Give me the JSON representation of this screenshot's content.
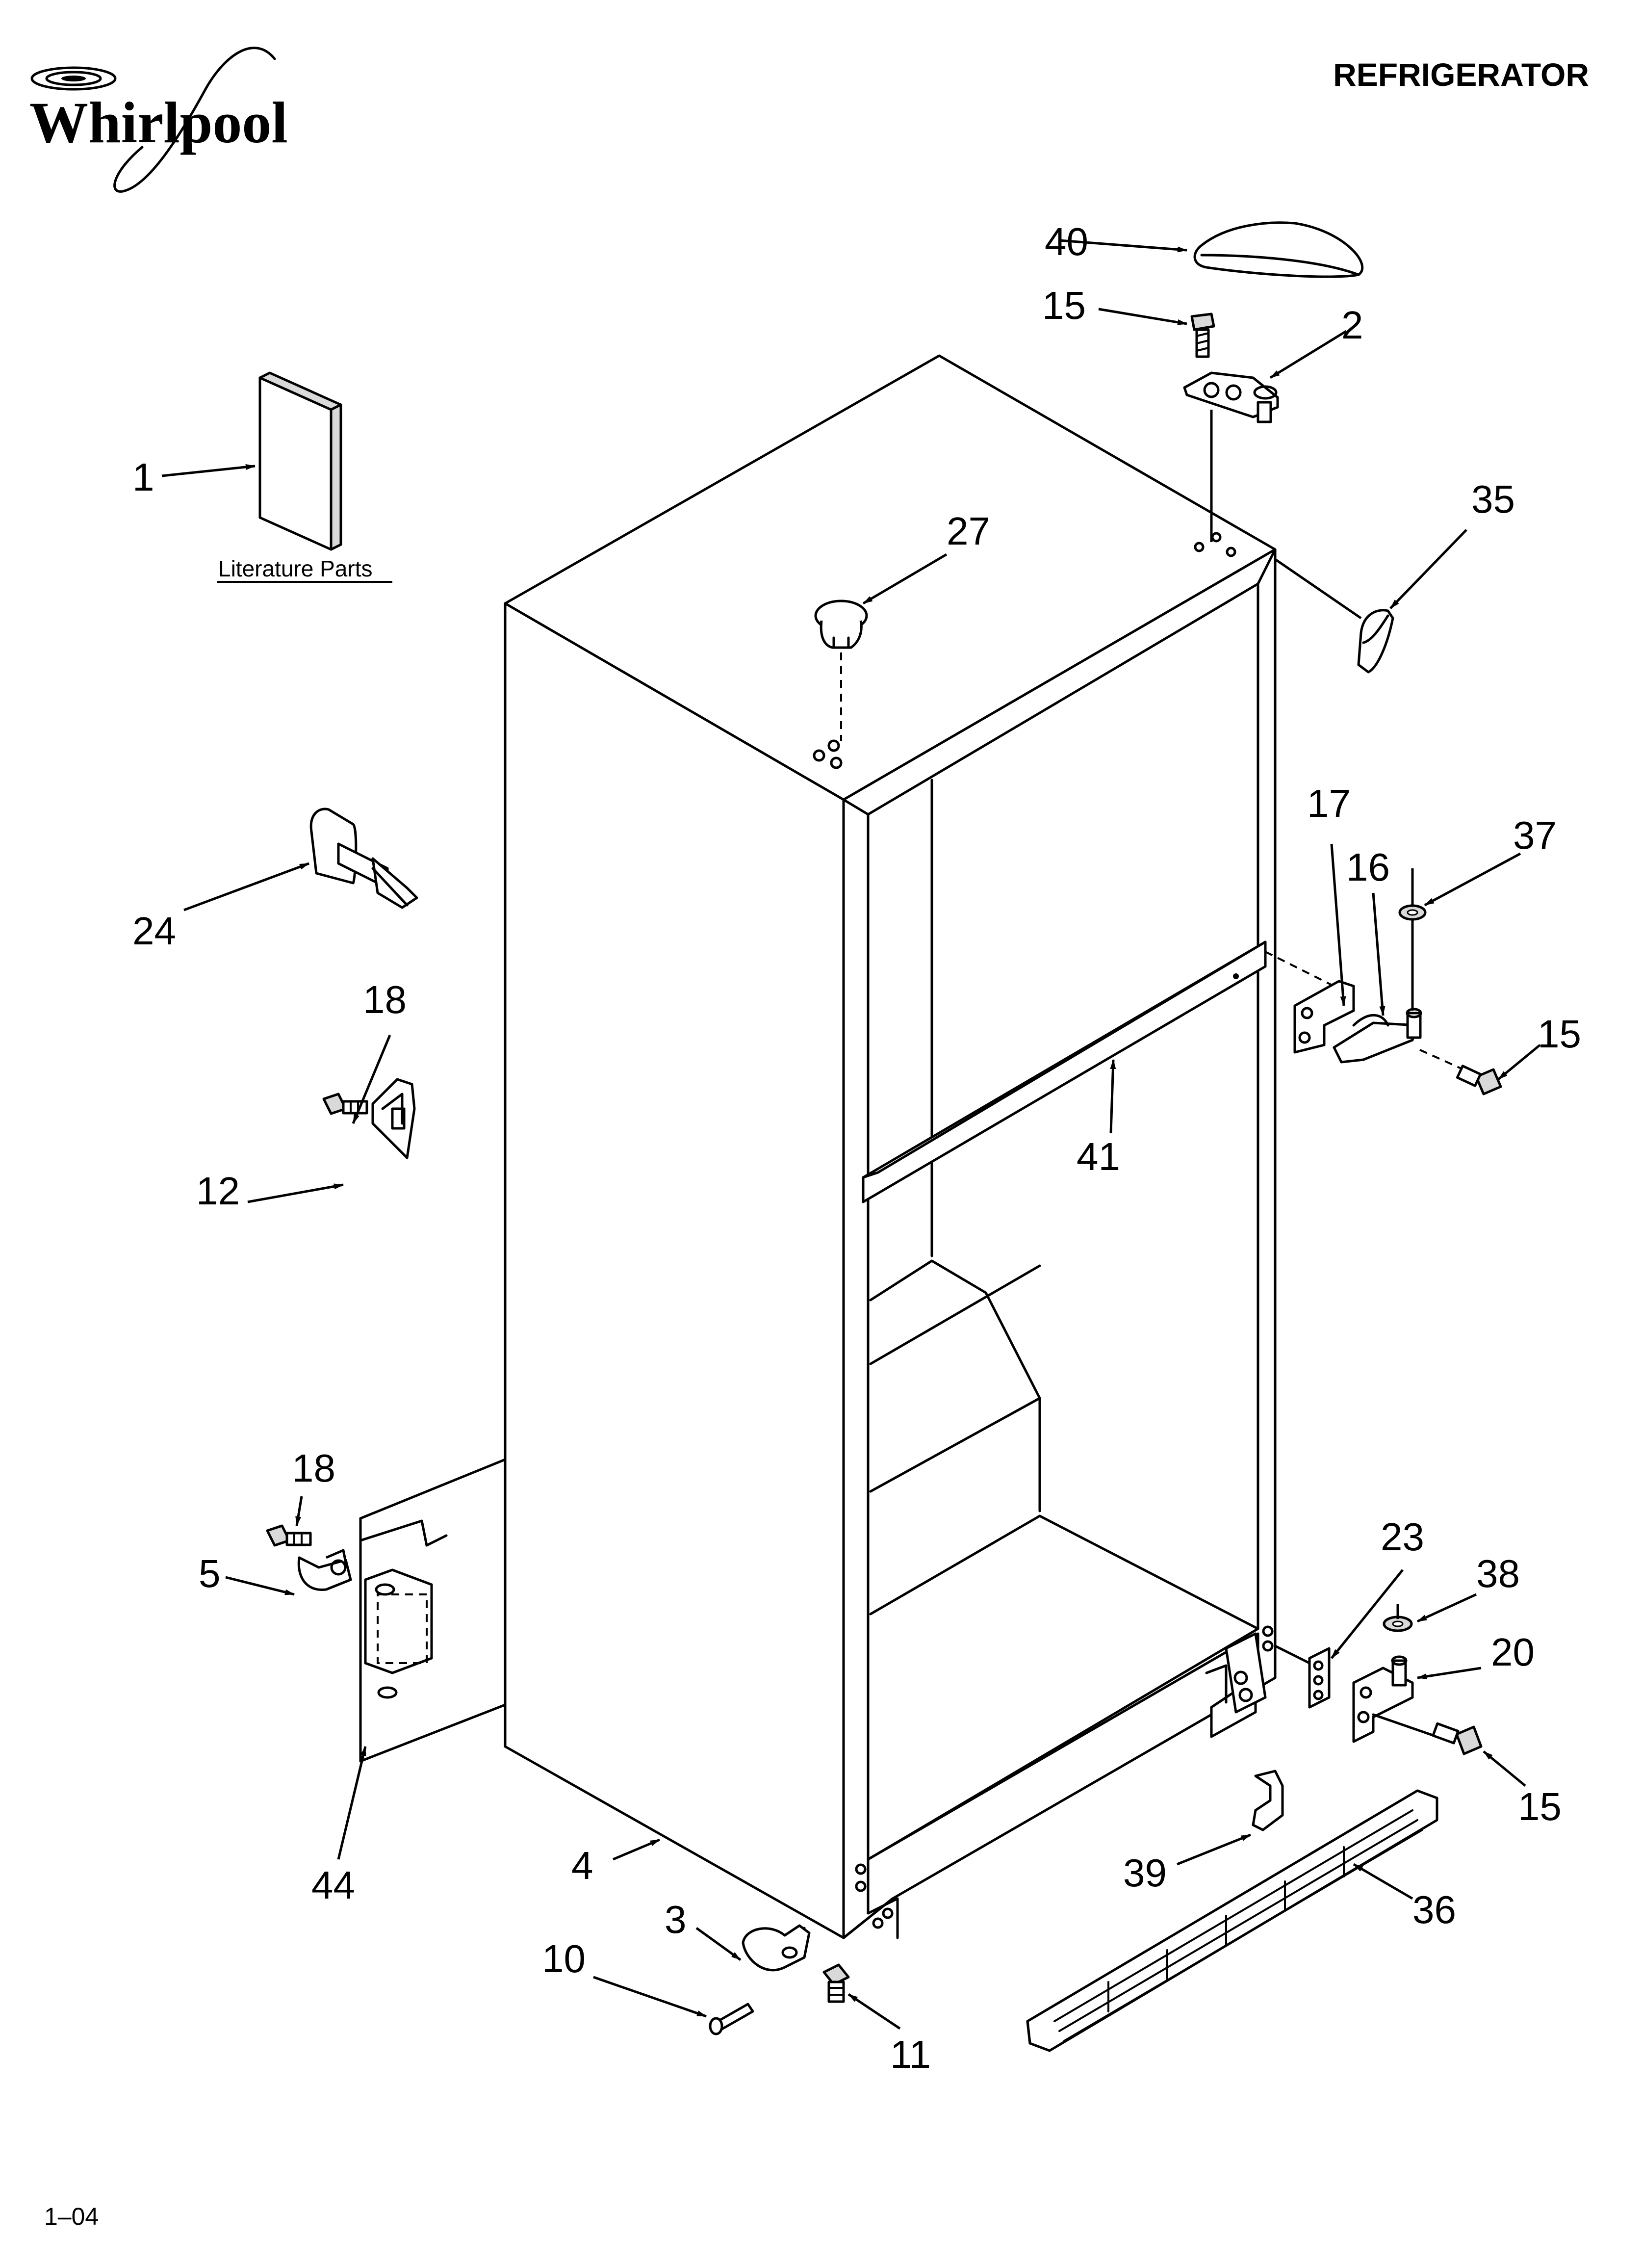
{
  "brand": {
    "name": "Whirlpool"
  },
  "header": {
    "title": "REFRIGERATOR"
  },
  "literature": {
    "label": "Literature Parts"
  },
  "footer": {
    "code": "1–04"
  },
  "callouts": [
    {
      "id": "c1",
      "label": "1"
    },
    {
      "id": "c2",
      "label": "2"
    },
    {
      "id": "c3",
      "label": "3"
    },
    {
      "id": "c4",
      "label": "4"
    },
    {
      "id": "c5",
      "label": "5"
    },
    {
      "id": "c10",
      "label": "10"
    },
    {
      "id": "c11",
      "label": "11"
    },
    {
      "id": "c12",
      "label": "12"
    },
    {
      "id": "c15a",
      "label": "15"
    },
    {
      "id": "c15b",
      "label": "15"
    },
    {
      "id": "c15c",
      "label": "15"
    },
    {
      "id": "c16",
      "label": "16"
    },
    {
      "id": "c17",
      "label": "17"
    },
    {
      "id": "c18a",
      "label": "18"
    },
    {
      "id": "c18b",
      "label": "18"
    },
    {
      "id": "c20",
      "label": "20"
    },
    {
      "id": "c23",
      "label": "23"
    },
    {
      "id": "c24",
      "label": "24"
    },
    {
      "id": "c27",
      "label": "27"
    },
    {
      "id": "c35",
      "label": "35"
    },
    {
      "id": "c36",
      "label": "36"
    },
    {
      "id": "c37",
      "label": "37"
    },
    {
      "id": "c38",
      "label": "38"
    },
    {
      "id": "c39",
      "label": "39"
    },
    {
      "id": "c40",
      "label": "40"
    },
    {
      "id": "c41",
      "label": "41"
    },
    {
      "id": "c44",
      "label": "44"
    }
  ]
}
